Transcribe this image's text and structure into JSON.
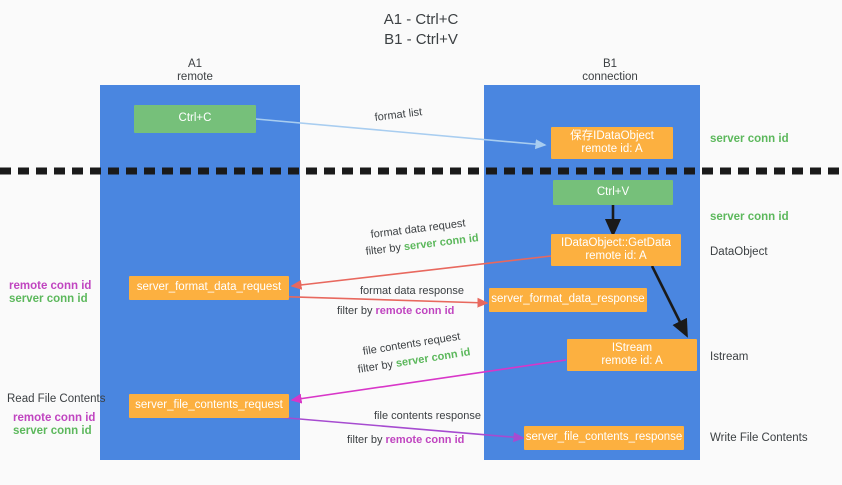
{
  "title": {
    "line1": "A1 - Ctrl+C",
    "line2": "B1 - Ctrl+V"
  },
  "lanes": [
    {
      "id": "a1",
      "name": "A1",
      "sub": "remote"
    },
    {
      "id": "b1",
      "name": "B1",
      "sub": "connection"
    }
  ],
  "nodes": {
    "ctrl_c": {
      "label": "Ctrl+C",
      "color": "#76c07a"
    },
    "save_idataobject": {
      "line1": "保存IDataObject",
      "line2": "remote id: A",
      "color": "#fcb040"
    },
    "ctrl_v": {
      "label": "Ctrl+V",
      "color": "#76c07a"
    },
    "getdata": {
      "line1": "IDataObject::GetData",
      "line2": "remote id: A",
      "color": "#fcb040"
    },
    "server_format_data_request": {
      "label": "server_format_data_request",
      "color": "#fcb040"
    },
    "server_format_data_response": {
      "label": "server_format_data_response",
      "color": "#fcb040"
    },
    "istream": {
      "line1": "IStream",
      "line2": "remote id: A",
      "color": "#fcb040"
    },
    "server_file_contents_request": {
      "label": "server_file_contents_request",
      "color": "#fcb040"
    },
    "server_file_contents_response": {
      "label": "server_file_contents_response",
      "color": "#fcb040"
    }
  },
  "edge_labels": {
    "format_list": "format list",
    "format_data_request": "format data request",
    "format_data_request_filter_prefix": "filter by ",
    "format_data_request_filter_value": "server conn id",
    "format_data_response": "format data response",
    "format_data_response_filter_prefix": "filter by ",
    "format_data_response_filter_value": "remote conn id",
    "file_contents_request": "file contents request",
    "file_contents_request_filter_prefix": "filter by ",
    "file_contents_request_filter_value": "server conn id",
    "file_contents_response": "file contents response",
    "file_contents_response_filter_prefix": "filter by ",
    "file_contents_response_filter_value": "remote conn id"
  },
  "side_labels": {
    "right_server_conn_top": "server conn id",
    "right_server_conn_mid": "server conn id",
    "dataobject": "DataObject",
    "istream": "Istream",
    "write_file_contents": "Write File Contents",
    "read_file_contents": "Read File Contents",
    "left_remote_conn_upper": "remote conn id",
    "left_server_conn_upper": "server conn id",
    "left_remote_conn_lower": "remote conn id",
    "left_server_conn_lower": "server conn id"
  },
  "colors": {
    "lane": "#4a86e0",
    "green_node": "#76c07a",
    "orange_node": "#fcb040",
    "green_text": "#5cb85c",
    "magenta_text": "#c045c0",
    "arrow_red": "#e8685e",
    "arrow_blue": "#a8cdf0",
    "arrow_magenta": "#d836c8",
    "arrow_purple": "#a64bd0",
    "arrow_black": "#1a1a1a",
    "divider": "#1a1a1a",
    "background": "#fafafa"
  }
}
